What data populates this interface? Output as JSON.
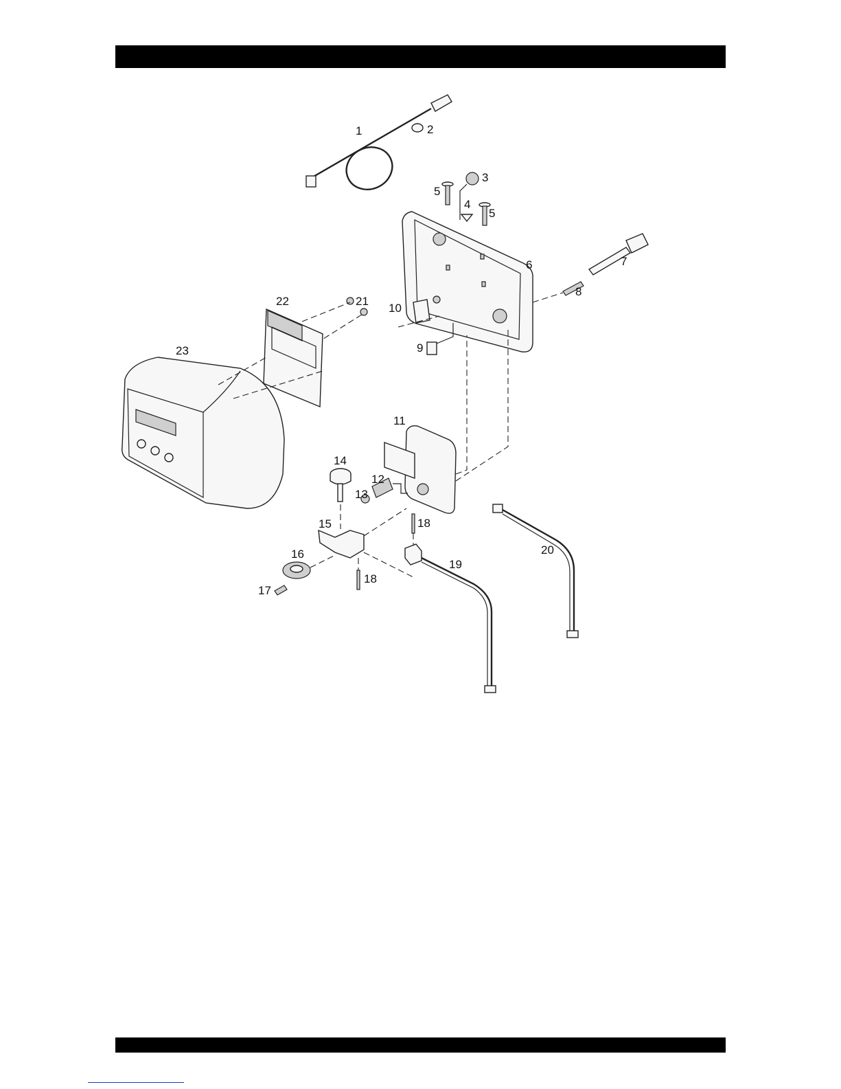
{
  "diagram": {
    "labels": [
      "1",
      "2",
      "3",
      "4",
      "5",
      "5",
      "6",
      "7",
      "8",
      "9",
      "10",
      "11",
      "12",
      "13",
      "14",
      "15",
      "16",
      "17",
      "18",
      "18",
      "19",
      "20",
      "21",
      "22",
      "23"
    ]
  }
}
